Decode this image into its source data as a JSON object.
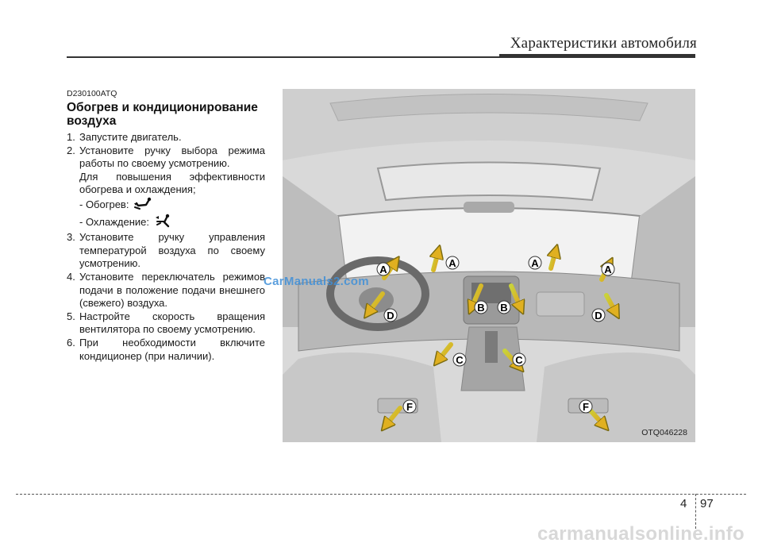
{
  "header": {
    "title": "Характеристики автомобиля"
  },
  "section": {
    "code": "D230100ATQ",
    "title": "Обогрев и кондиционирование воздуха"
  },
  "steps": [
    {
      "num": "1.",
      "lines": [
        "Запустите двигатель."
      ]
    },
    {
      "num": "2.",
      "lines": [
        "Установите ручку выбора режима работы по своему усмотрению.",
        "Для повышения эффективности обогрева и охлаждения;"
      ],
      "sub": [
        {
          "text": "- Обогрев:",
          "icon": "heat-mode-icon"
        },
        {
          "text": "- Охлаждение:",
          "icon": "cool-mode-icon"
        }
      ]
    },
    {
      "num": "3.",
      "lines": [
        "Установите ручку управления температурой воздуха по своему усмотрению."
      ]
    },
    {
      "num": "4.",
      "lines": [
        "Установите переключатель режимов подачи в положение подачи внешнего (свежего) воздуха."
      ]
    },
    {
      "num": "5.",
      "lines": [
        "Настройте скорость вращения вентилятора по своему усмотрению."
      ]
    },
    {
      "num": "6.",
      "lines": [
        "При необходимости включите кондиционер (при наличии)."
      ]
    }
  ],
  "figure": {
    "code": "OTQ046228",
    "vent_labels": [
      "A",
      "A",
      "A",
      "A",
      "B",
      "B",
      "C",
      "C",
      "D",
      "D",
      "F",
      "F"
    ]
  },
  "footer": {
    "chapter": "4",
    "page": "97"
  },
  "watermarks": {
    "overlay": "CarManuals2.com",
    "bottom": "carmanualsonline.info"
  }
}
